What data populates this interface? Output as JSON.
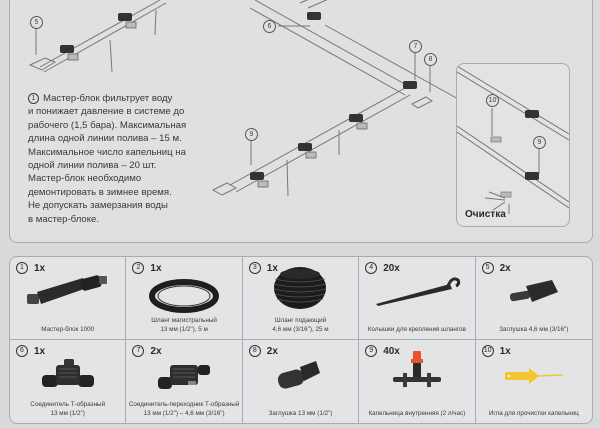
{
  "description": {
    "number": "1",
    "lines": [
      "Мастер-блок фильтрует воду",
      "и понижает давление в системе до",
      "рабочего (1,5 бара). Максимальная",
      "длина одной линии полива – 15 м.",
      "Максимальное число капельниц на",
      "одной линии полива – 20 шт.",
      "Мастер-блок необходимо",
      "демонтировать в зимнее время.",
      "Не допускать замерзания воды",
      "в мастер-блоке."
    ]
  },
  "diagram": {
    "callouts": [
      "5",
      "6",
      "7",
      "8",
      "9"
    ],
    "inset": {
      "label": "Очистка",
      "callouts": [
        "10",
        "9"
      ]
    }
  },
  "parts": [
    {
      "number": "1",
      "qty": "1x",
      "name": "Мастер-блок 1000",
      "icon": "master-block-icon"
    },
    {
      "number": "2",
      "qty": "1x",
      "name": "Шланг магистральный",
      "spec": "13 мм (1/2\"), 5 м",
      "icon": "main-hose-coil-icon"
    },
    {
      "number": "3",
      "qty": "1x",
      "name": "Шланг подающий",
      "spec": "4,6 мм (3/16\"), 25 м",
      "icon": "feed-hose-coil-icon"
    },
    {
      "number": "4",
      "qty": "20x",
      "name": "Колышки для крепления шлангов",
      "icon": "hose-stake-icon"
    },
    {
      "number": "5",
      "qty": "2x",
      "name": "Заглушка 4,6 мм (3/16\")",
      "icon": "end-plug-small-icon"
    },
    {
      "number": "6",
      "qty": "1x",
      "name": "Соединитель Т-образный",
      "spec": "13 мм (1/2\")",
      "icon": "t-connector-icon"
    },
    {
      "number": "7",
      "qty": "2x",
      "name": "Соединитель-переходник Т-образный",
      "spec": "13 мм (1/2\") – 4,6 мм (3/16\")",
      "icon": "t-adapter-icon"
    },
    {
      "number": "8",
      "qty": "2x",
      "name": "Заглушка 13 мм (1/2\")",
      "icon": "end-plug-large-icon"
    },
    {
      "number": "9",
      "qty": "40x",
      "name": "Капельница внутренняя (2 л/час)",
      "icon": "inline-dripper-icon"
    },
    {
      "number": "10",
      "qty": "1x",
      "name": "Игла для прочистки капельниц",
      "icon": "cleaning-needle-icon"
    }
  ],
  "colors": {
    "background": "#d9dadc",
    "panel": "#e3e4e6",
    "border": "#a9abae",
    "dripper_accent": "#e8532a",
    "needle": "#f2c531"
  }
}
